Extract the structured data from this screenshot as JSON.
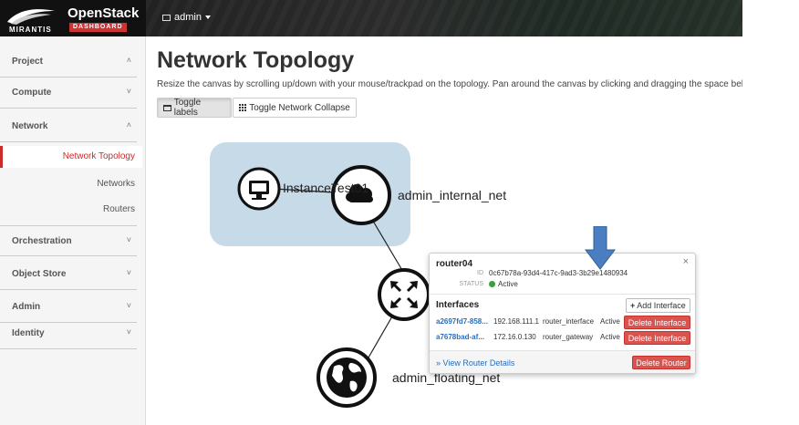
{
  "brand": {
    "mirantis": "MIRANTIS",
    "openstack": "OpenStack",
    "dashboard": "DASHBOARD"
  },
  "topbar": {
    "project": "admin"
  },
  "sidebar": {
    "sections": [
      {
        "label": "Project",
        "chevron": "˄"
      },
      {
        "label": "Compute",
        "chevron": "˅"
      },
      {
        "label": "Network",
        "chevron": "˄"
      },
      {
        "label": "Orchestration",
        "chevron": "˅"
      },
      {
        "label": "Object Store",
        "chevron": "˅"
      },
      {
        "label": "Admin",
        "chevron": "˅"
      },
      {
        "label": "Identity",
        "chevron": "˅"
      }
    ],
    "items": [
      {
        "label": "Network Topology",
        "active": true
      },
      {
        "label": "Networks",
        "active": false
      },
      {
        "label": "Routers",
        "active": false
      }
    ]
  },
  "main": {
    "title": "Network Topology",
    "description": "Resize the canvas by scrolling up/down with your mouse/trackpad on the topology. Pan around the canvas by clicking and dragging the space behind t",
    "toggle_labels": "Toggle labels",
    "toggle_collapse": "Toggle Network Collapse"
  },
  "topology": {
    "instance_label": "InstanceTest01",
    "internal_net_label": "admin_internal_net",
    "floating_net_label": "admin_floating_net",
    "icons": {
      "instance": "monitor-icon",
      "network": "cloud-icon",
      "router": "router-arrows-icon",
      "external": "globe-icon"
    },
    "colors": {
      "group_fill": "#c7dae8",
      "node_border": "#111111"
    }
  },
  "popup": {
    "title": "router04",
    "close": "×",
    "id_label": "ID",
    "id_value": "0c67b78a-93d4-417c-9ad3-3b29e1480934",
    "status_label": "STATUS",
    "status_value": "Active",
    "interfaces_heading": "Interfaces",
    "add_interface": "Add Interface",
    "interfaces": [
      {
        "id": "a2697fd7-858...",
        "ip": "192.168.111.1",
        "type": "router_interface",
        "status": "Active",
        "action": "Delete Interface"
      },
      {
        "id": "a7678bad-af...",
        "ip": "172.16.0.130",
        "type": "router_gateway",
        "status": "Active",
        "action": "Delete Interface"
      }
    ],
    "view_details": "» View Router Details",
    "delete_router": "Delete Router",
    "colors": {
      "danger": "#d9534f",
      "link": "#2a6ebb",
      "active_dot": "#3c9e3c"
    }
  }
}
